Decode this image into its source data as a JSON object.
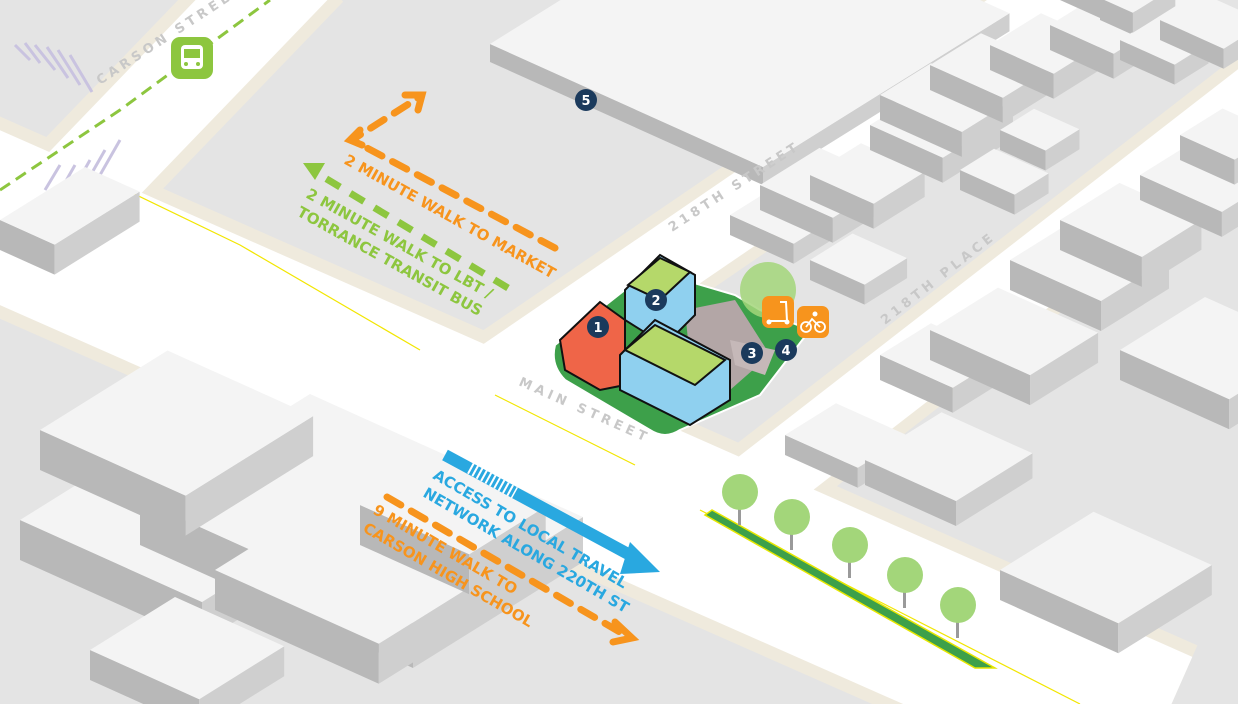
{
  "streets": {
    "carson": "CARSON STREET",
    "main": "MAIN STREET",
    "street_218th": "218TH STREET",
    "place_218th": "218TH PLACE"
  },
  "annotations": {
    "market_walk": "2 MINUTE WALK TO MARKET",
    "bus_walk_line1": "2 MINUTE WALK TO LBT /",
    "bus_walk_line2": "TORRANCE TRANSIT BUS",
    "travel_line1": "ACCESS TO LOCAL TRAVEL",
    "travel_line2": "NETWORK ALONG 220TH ST",
    "school_line1": "9 MINUTE WALK TO",
    "school_line2": "CARSON HIGH SCHOOL"
  },
  "markers": [
    "1",
    "2",
    "3",
    "4",
    "5"
  ],
  "icons": [
    "bus-icon",
    "scooter-icon",
    "bicycle-icon"
  ],
  "colors": {
    "orange": "#f7941d",
    "green": "#8dc63f",
    "blue": "#29a8e0",
    "navy": "#1b3a5c",
    "red": "#ef6548",
    "townhouse": "#8fd0ef"
  }
}
